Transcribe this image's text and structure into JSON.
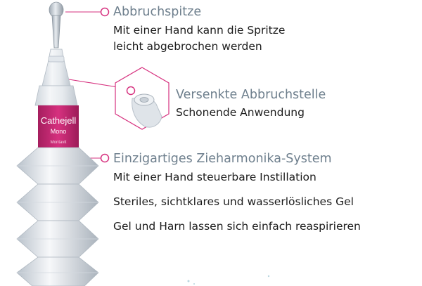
{
  "accent_color": "#d6317f",
  "title_color": "#6e7f8d",
  "product": {
    "brand": "Cathejell",
    "variant": "Mono",
    "maker": "Montavit"
  },
  "callouts": [
    {
      "title": "Abbruchspitze",
      "lines": [
        "Mit einer Hand kann die Spritze",
        "leicht abgebrochen werden"
      ]
    },
    {
      "title": "Versenkte Abbruchstelle",
      "lines": [
        "Schonende Anwendung"
      ]
    },
    {
      "title": "Einzigartiges Zieharmonika-System",
      "lines": [
        "Mit einer Hand steuerbare Instillation",
        "Steriles, sichtklares und wasserlösliches Gel",
        "Gel und Harn lassen sich einfach reaspirieren"
      ]
    }
  ]
}
